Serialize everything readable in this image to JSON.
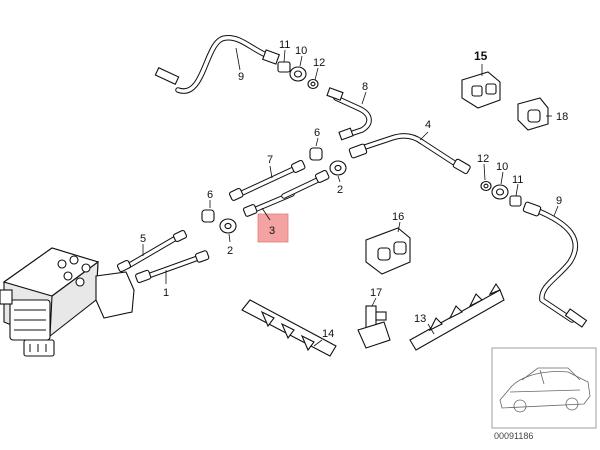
{
  "diagram": {
    "callouts": [
      {
        "id": "c1",
        "text": "1"
      },
      {
        "id": "c2a",
        "text": "2"
      },
      {
        "id": "c2b",
        "text": "2"
      },
      {
        "id": "c3",
        "text": "3",
        "highlighted": true
      },
      {
        "id": "c4",
        "text": "4"
      },
      {
        "id": "c5",
        "text": "5"
      },
      {
        "id": "c6a",
        "text": "6"
      },
      {
        "id": "c6b",
        "text": "6"
      },
      {
        "id": "c7",
        "text": "7"
      },
      {
        "id": "c8",
        "text": "8"
      },
      {
        "id": "c9a",
        "text": "9"
      },
      {
        "id": "c9b",
        "text": "9"
      },
      {
        "id": "c10a",
        "text": "10"
      },
      {
        "id": "c10b",
        "text": "10"
      },
      {
        "id": "c11a",
        "text": "11"
      },
      {
        "id": "c11b",
        "text": "11"
      },
      {
        "id": "c12a",
        "text": "12"
      },
      {
        "id": "c12b",
        "text": "12"
      },
      {
        "id": "c13",
        "text": "13"
      },
      {
        "id": "c14",
        "text": "14"
      },
      {
        "id": "c15",
        "text": "15"
      },
      {
        "id": "c16",
        "text": "16"
      },
      {
        "id": "c17",
        "text": "17"
      },
      {
        "id": "c18",
        "text": "18"
      }
    ],
    "highlight_color": "#f4a3a3",
    "ref_code": "00091186"
  }
}
